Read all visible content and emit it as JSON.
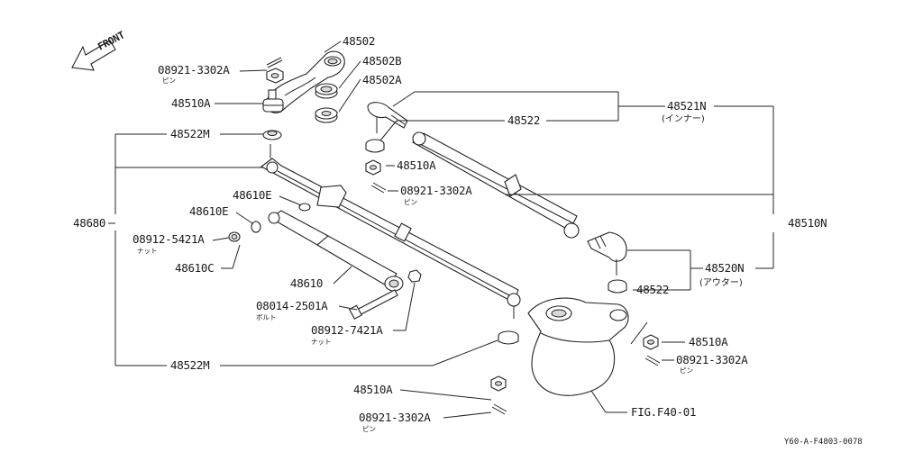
{
  "front_label": "FRONT",
  "parts": {
    "idler_arm": "48502",
    "bushing_b": "48502B",
    "bushing_a": "48502A",
    "pin_top": "08921-3302A",
    "pin_top_sub": "ピン",
    "nut_top": "48510A",
    "inner_end_group": "48521N",
    "inner_end_group_sub": "(インナー)",
    "tie_rod_tube": "48522",
    "dust_cover_top": "48522M",
    "side_rod_assembly": "48680",
    "nut_mid": "48510A",
    "pin_mid": "08921-3302A",
    "pin_mid_sub": "ピン",
    "bracket_e1": "48610E",
    "bracket_e2": "48610E",
    "nut_damper": "08912-5421A",
    "nut_damper_sub": "ナット",
    "bracket_c": "48610C",
    "damper": "48610",
    "bolt": "08014-2501A",
    "bolt_sub": "ボルト",
    "nut_lower": "08912-7421A",
    "nut_lower_sub": "ナット",
    "dust_cover_bottom": "48522M",
    "tie_rod_assembly": "48510N",
    "outer_end_group": "48520N",
    "outer_end_group_sub": "(アウター)",
    "dust_cover_outer": "48522",
    "nut_knuckle": "48510A",
    "pin_knuckle": "08921-3302A",
    "pin_knuckle_sub": "ピン",
    "nut_bottom": "48510A",
    "pin_bottom": "08921-3302A",
    "pin_bottom_sub": "ピン",
    "figure_ref": "FIG.F40-01"
  },
  "diagram_code": "Y60-A-F4803-0078"
}
